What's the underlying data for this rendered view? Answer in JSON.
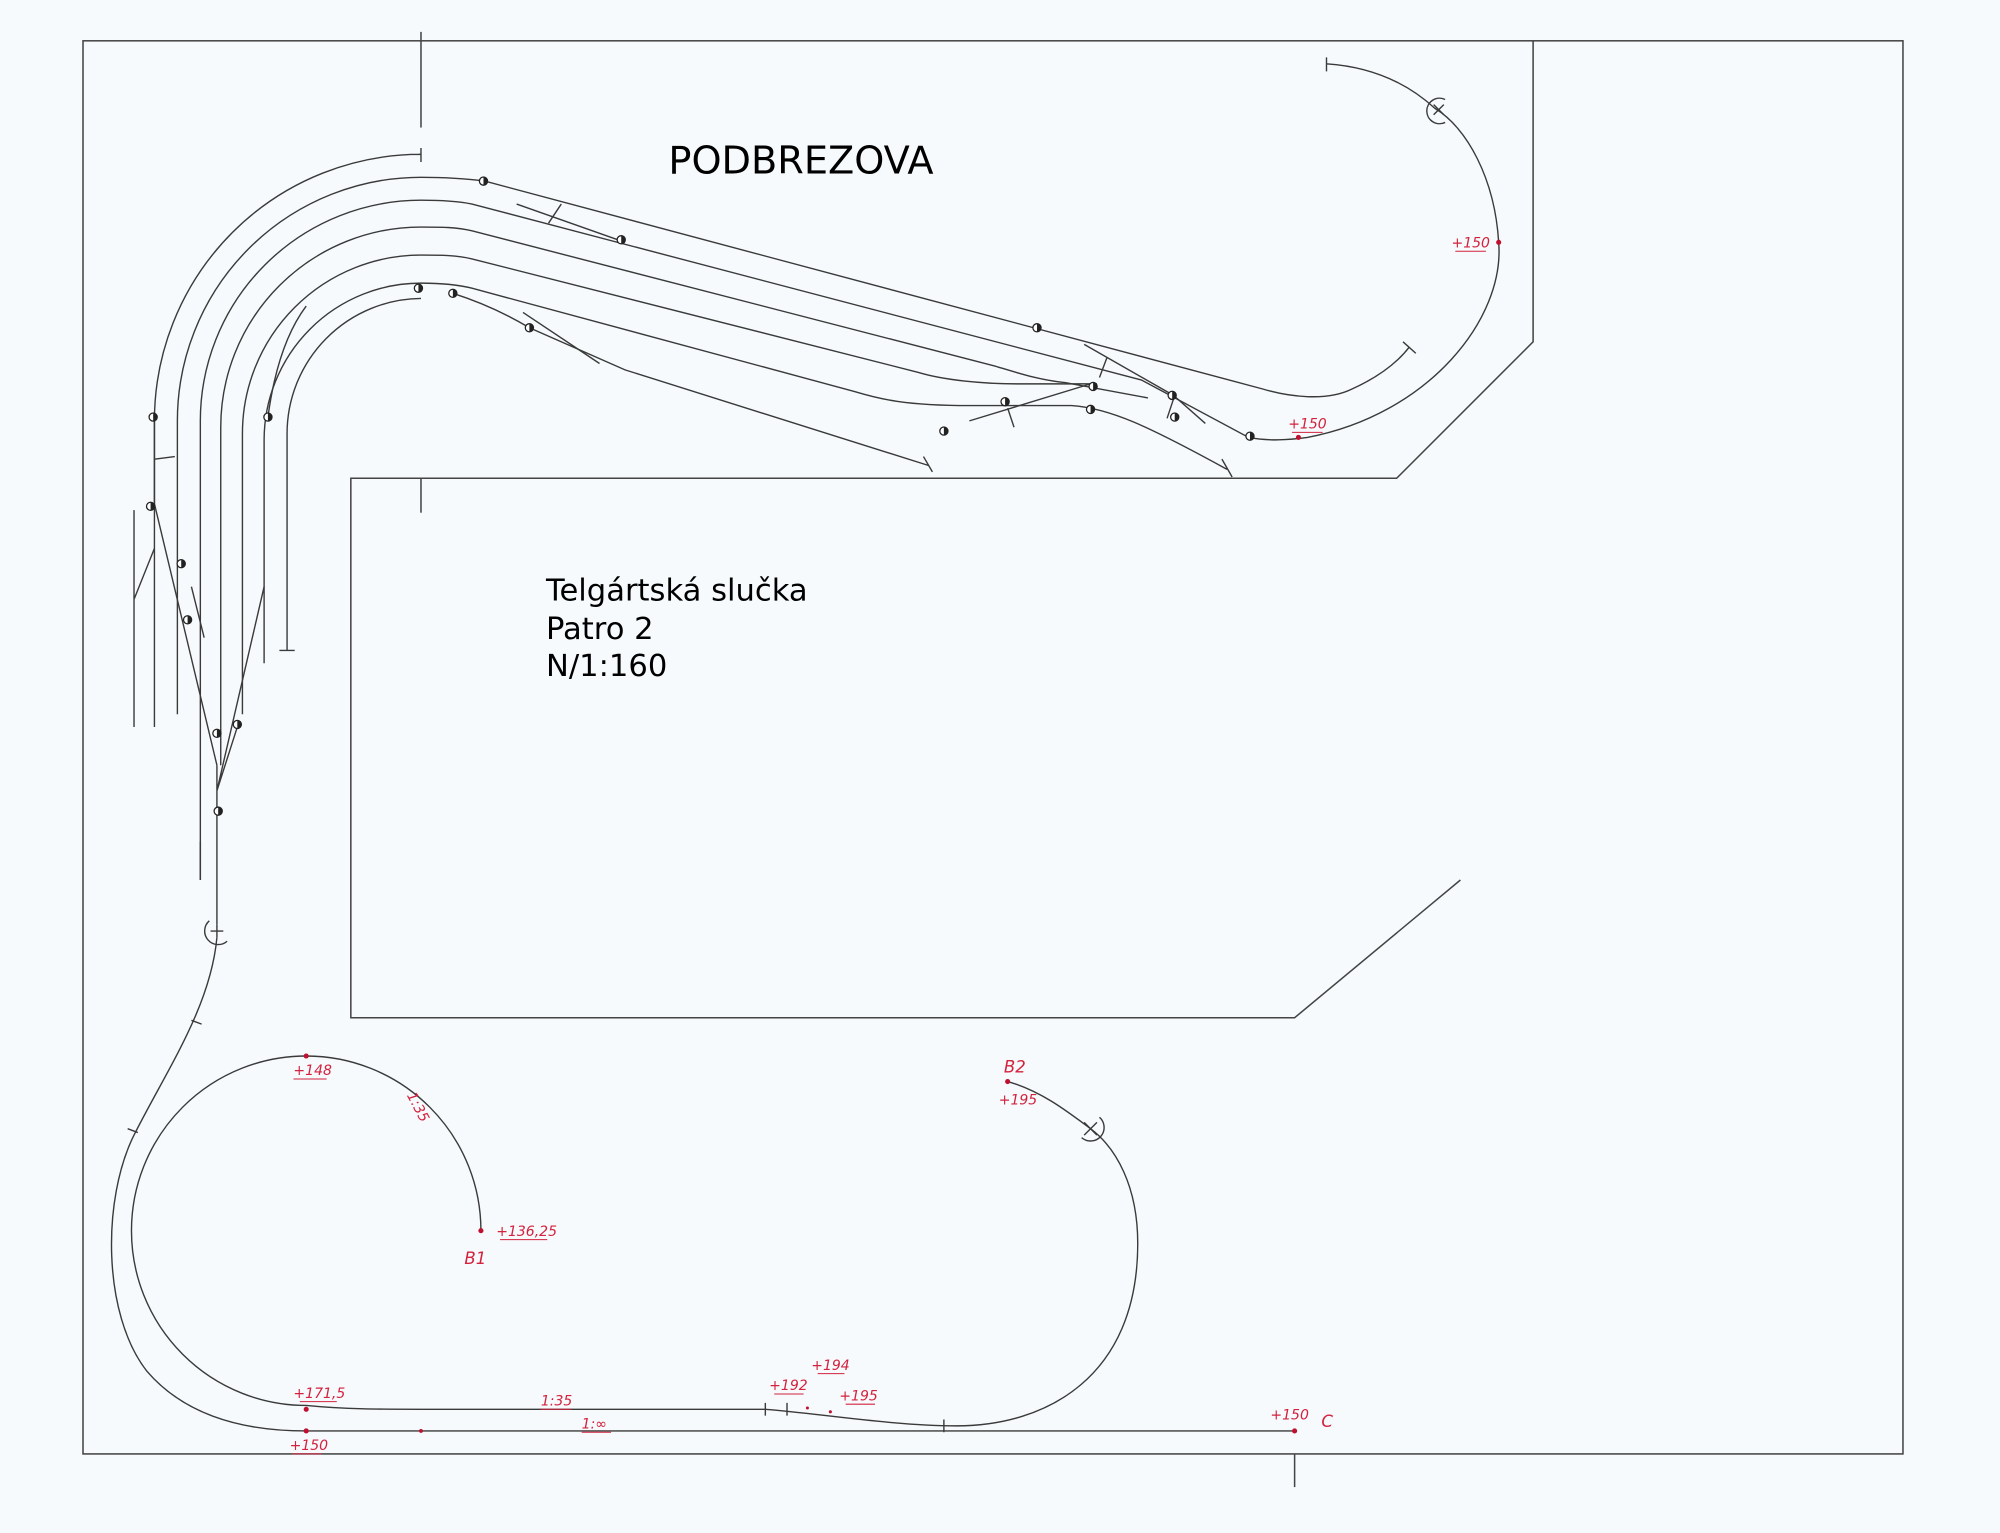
{
  "title": "PODBREZOVA",
  "info": {
    "line1": "Telgártská slučka",
    "line2": "Patro 2",
    "line3": "N/1:160"
  },
  "labels": {
    "loop_top_height": "+150",
    "station_exit_height": "+150",
    "inner_loop_top_height": "+148",
    "inner_loop_gradient": "1:35",
    "b1_height": "+136,25",
    "b1_name": "B1",
    "b2_name": "B2",
    "b2_height": "+195",
    "upper_straight_height": "+171,5",
    "upper_straight_gradient": "1:35",
    "lower_straight_gradient": "1:∞",
    "lower_straight_height": "+150",
    "h194": "+194",
    "h192": "+192",
    "h195": "+195",
    "c_height": "+150",
    "c_name": "C"
  },
  "colors": {
    "annotation": "#d3223e",
    "track": "#3a3a3a"
  }
}
